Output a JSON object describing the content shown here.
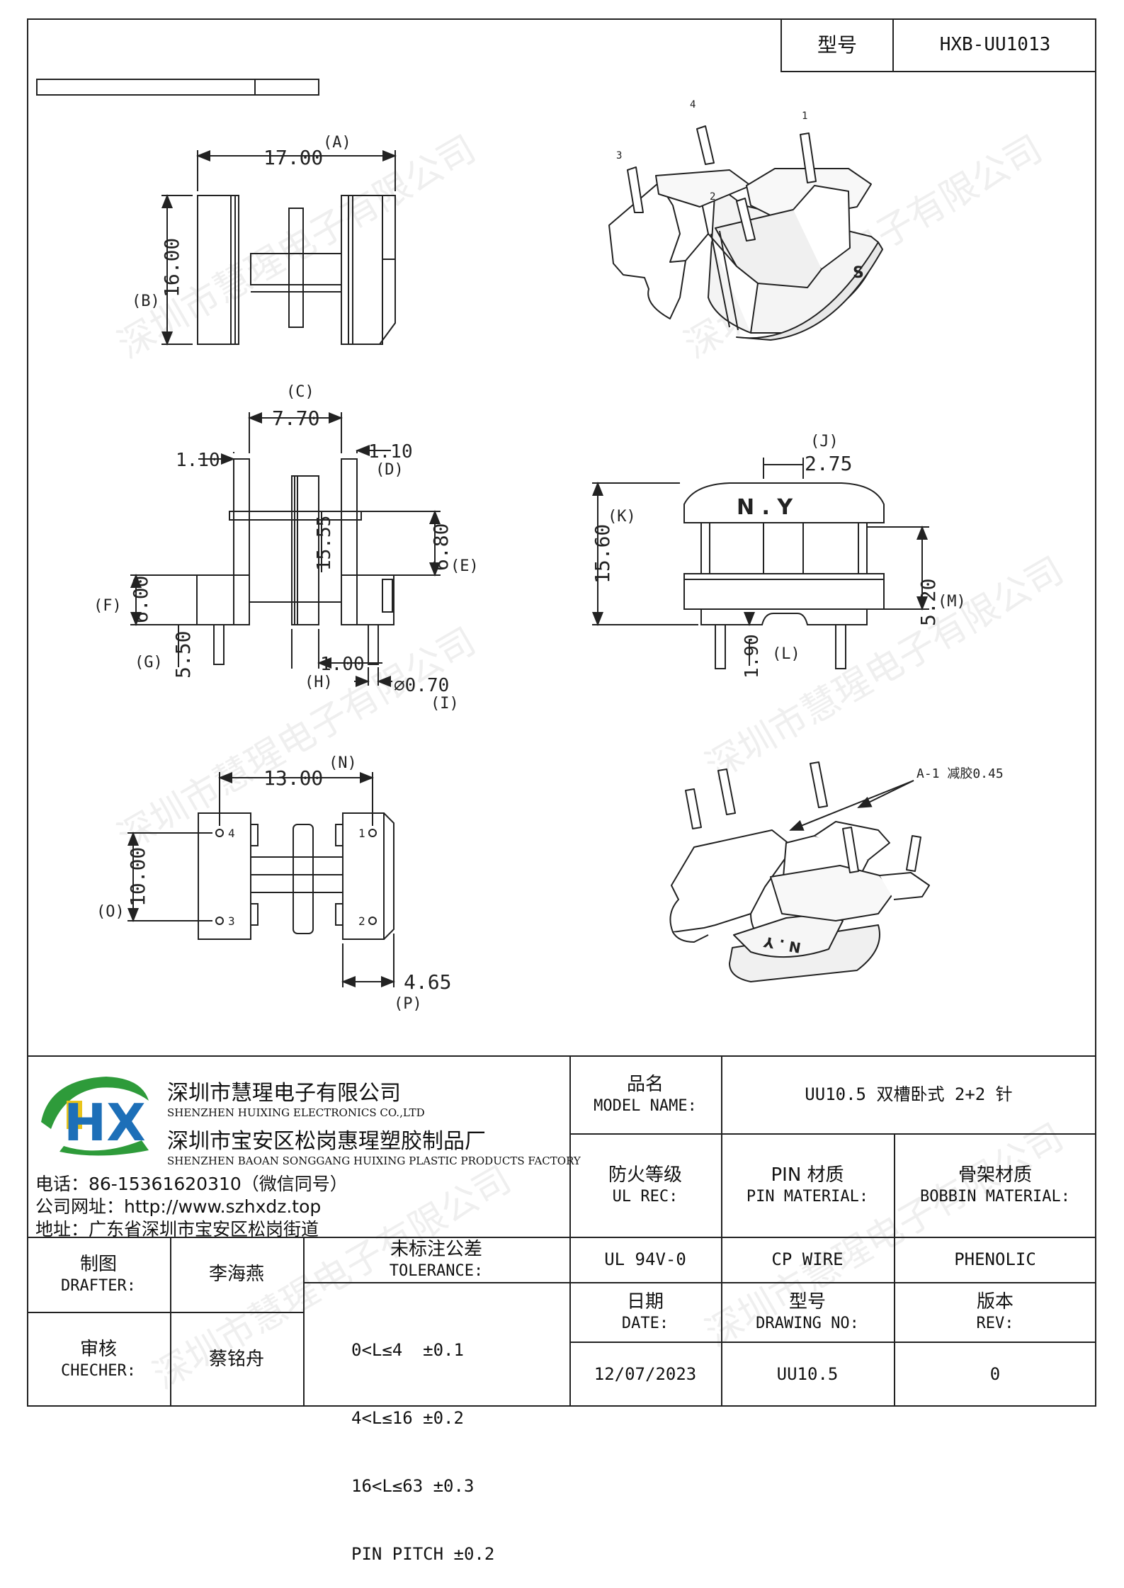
{
  "header": {
    "model_label": "型号",
    "model_value": "HXB-UU1013"
  },
  "watermark": "深圳市慧瑆电子有限公司",
  "views": {
    "top_view": {
      "dim_A": "17.00",
      "label_A": "(A)",
      "dim_B": "16.00",
      "label_B": "(B)"
    },
    "front_view": {
      "dim_C": "7.70",
      "label_C": "(C)",
      "dim_left_flange": "1.10",
      "dim_D": "1.10",
      "label_D": "(D)",
      "dim_inner": "15.55",
      "dim_E": "6.80",
      "label_E": "(E)",
      "dim_F": "6.00",
      "label_F": "(F)",
      "dim_G": "5.50",
      "label_G": "(G)",
      "dim_H": "1.00",
      "label_H": "(H)",
      "dim_I": "⌀0.70",
      "label_I": "(I)"
    },
    "side_view": {
      "dim_J": "2.75",
      "label_J": "(J)",
      "dim_K": "15.60",
      "label_K": "(K)",
      "dim_M": "5.20",
      "label_M": "(M)",
      "dim_L": "1.90",
      "label_L": "(L)",
      "marking": "N . Y"
    },
    "bottom_view": {
      "dim_N": "13.00",
      "label_N": "(N)",
      "dim_O": "10.00",
      "label_O": "(O)",
      "dim_P": "4.65",
      "label_P": "(P)",
      "pins": [
        "4",
        "1",
        "3",
        "2"
      ]
    },
    "iso_top": {
      "pins": [
        "4",
        "1",
        "3",
        "2"
      ],
      "marking": "S"
    },
    "iso_bottom": {
      "note": "A-1 减胶0.45",
      "marking": "N . Y"
    }
  },
  "company": {
    "name_cn": "深圳市慧瑆电子有限公司",
    "name_en": "SHENZHEN HUIXING ELECTRONICS CO.,LTD",
    "factory_cn": "深圳市宝安区松岗惠瑆塑胶制品厂",
    "factory_en": "SHENZHEN BAOAN SONGGANG HUIXING PLASTIC PRODUCTS FACTORY",
    "phone": "电话：86-15361620310（微信同号）",
    "website": "公司网址：http://www.szhxdz.top",
    "address": "地址：广东省深圳市宝安区松岗街道",
    "logo_text": "HX",
    "colors": {
      "green": "#2e9b3a",
      "yellow": "#e9c41a",
      "blue": "#1d6fb8"
    }
  },
  "title_block": {
    "model_name_cn": "品名",
    "model_name_en": "MODEL NAME:",
    "model_name_value": "UU10.5 双槽卧式 2+2 针",
    "ul_cn": "防火等级",
    "ul_en": "UL REC:",
    "ul_value": "UL 94V-0",
    "pin_cn": "PIN 材质",
    "pin_en": "PIN MATERIAL:",
    "pin_value": "CP WIRE",
    "bobbin_cn": "骨架材质",
    "bobbin_en": "BOBBIN MATERIAL:",
    "bobbin_value": "PHENOLIC",
    "drafter_cn": "制图",
    "drafter_en": "DRAFTER:",
    "drafter_value": "李海燕",
    "checker_cn": "审核",
    "checker_en": "CHECHER:",
    "checker_value": "蔡铭舟",
    "tolerance_cn": "未标注公差",
    "tolerance_en": "TOLERANCE:",
    "tolerance_rows": [
      "0<L≤4  ±0.1",
      "4<L≤16 ±0.2",
      "16<L≤63 ±0.3",
      "PIN PITCH ±0.2"
    ],
    "date_cn": "日期",
    "date_en": "DATE:",
    "date_value": "12/07/2023",
    "drawing_cn": "型号",
    "drawing_en": "DRAWING NO:",
    "drawing_value": "UU10.5",
    "rev_cn": "版本",
    "rev_en": "REV:",
    "rev_value": "0"
  }
}
